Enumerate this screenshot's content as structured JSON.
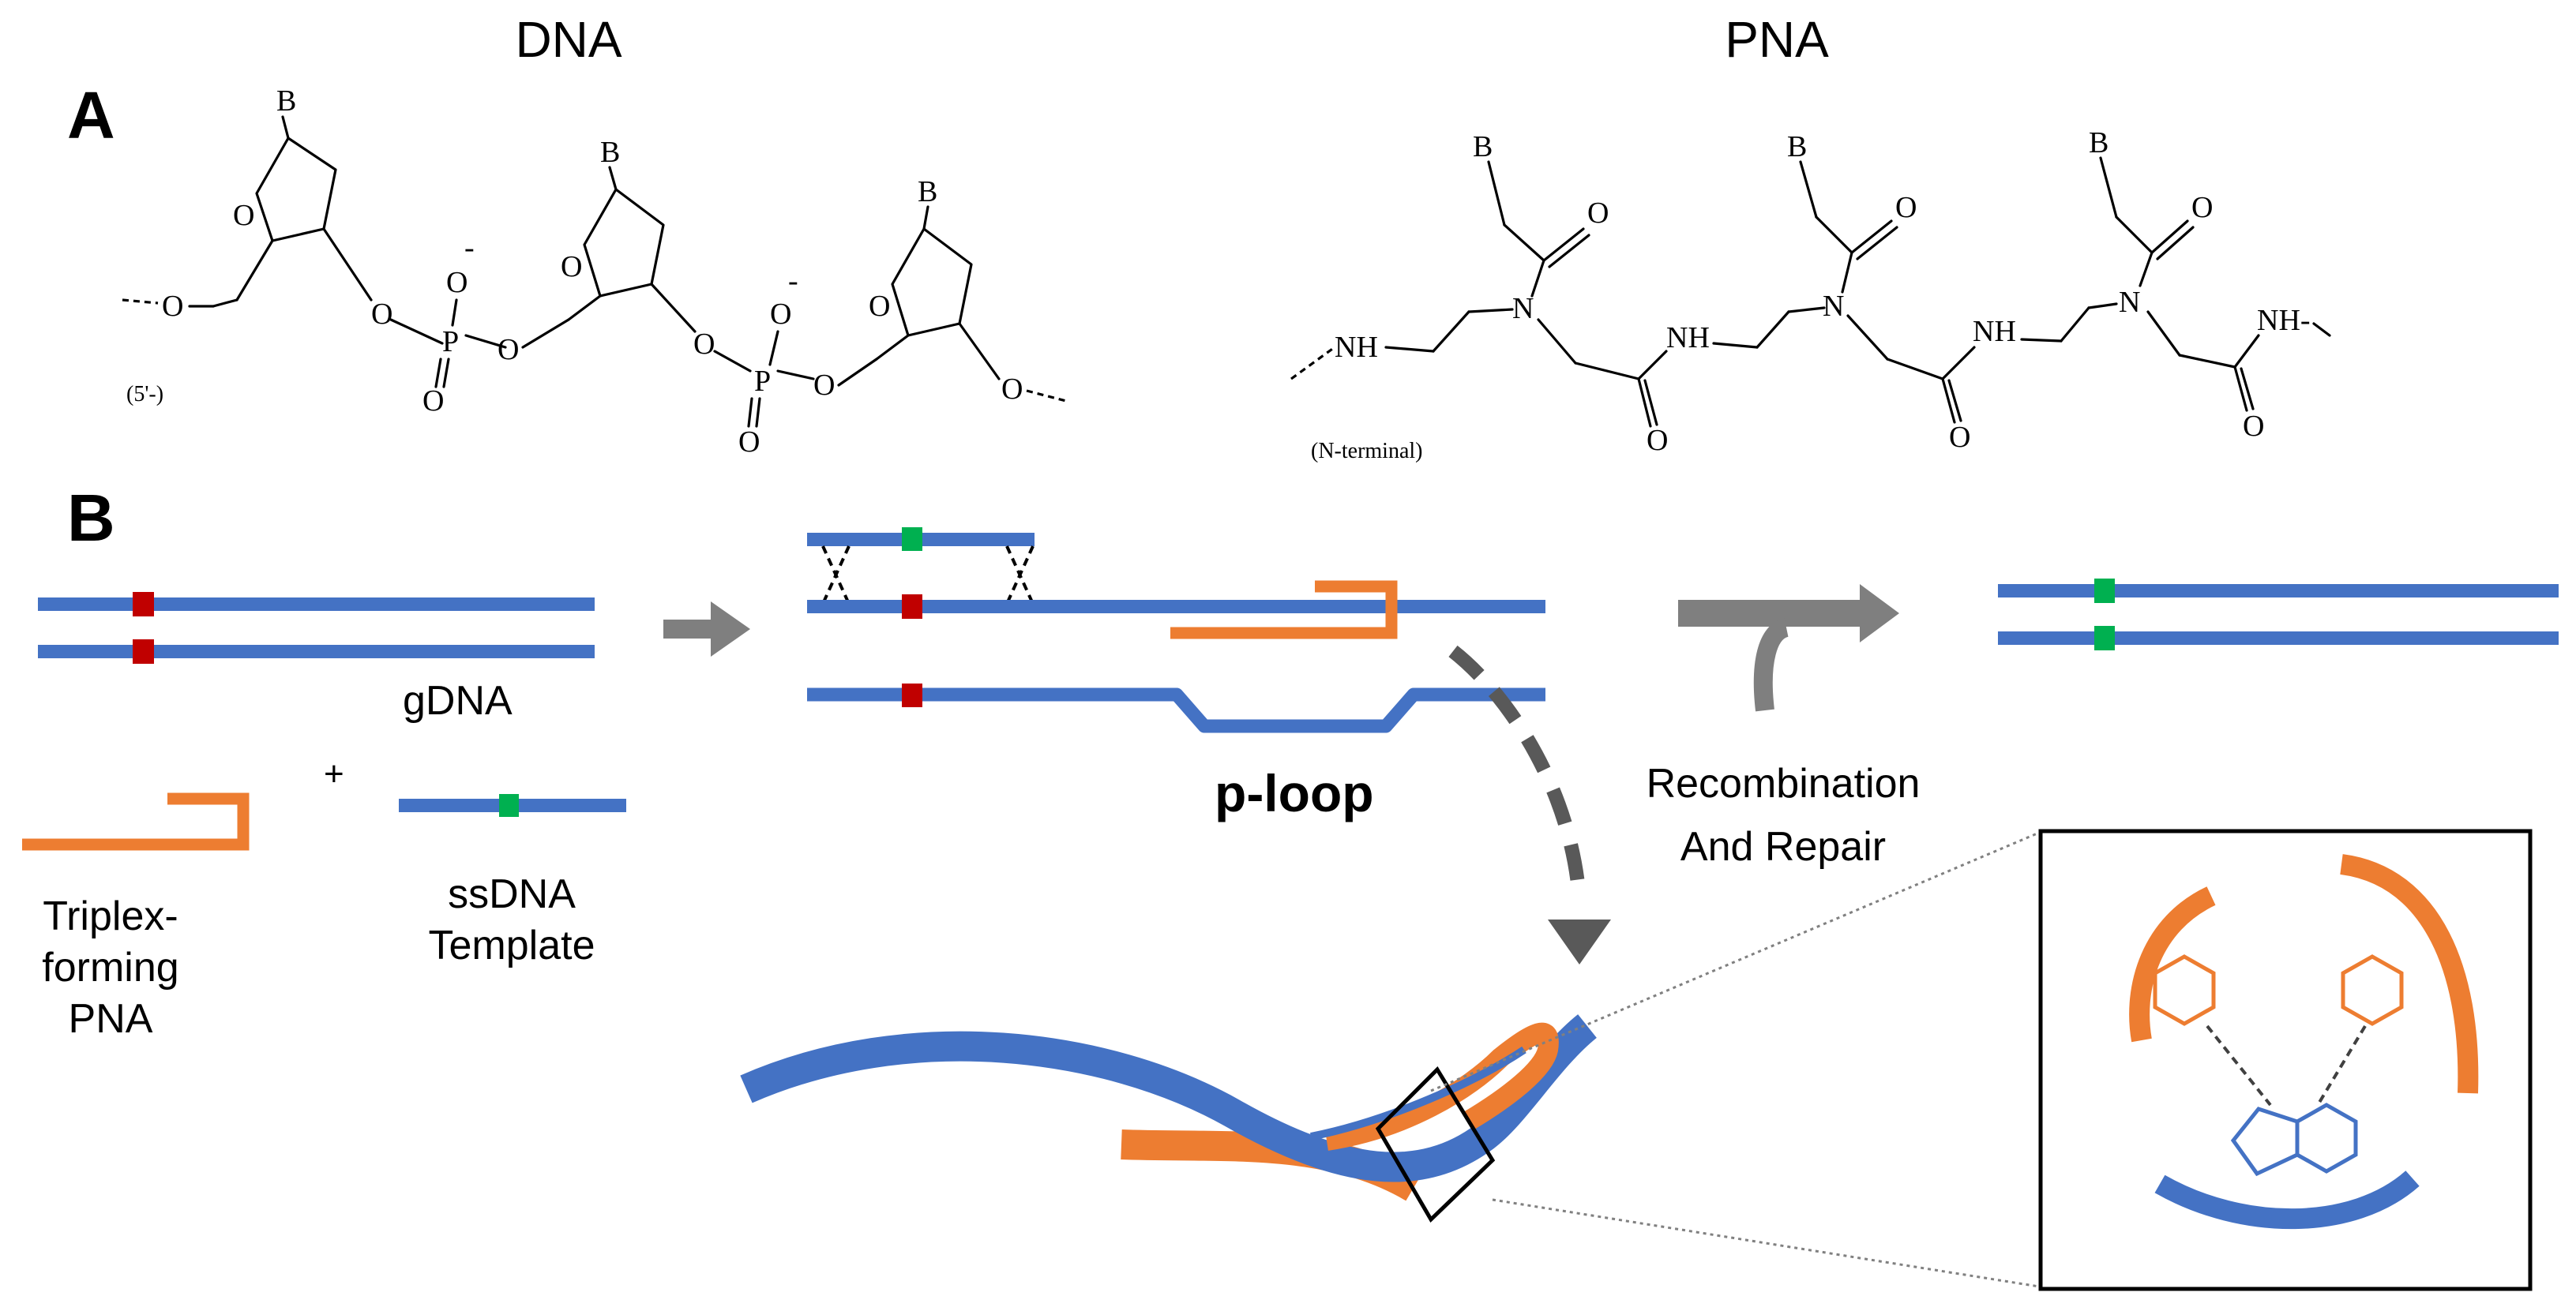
{
  "panels": {
    "a": "A",
    "b": "B"
  },
  "panel_a": {
    "dna_title": "DNA",
    "pna_title": "PNA",
    "dna": {
      "base": "B",
      "ring_o": "O",
      "linker_o": "O",
      "p": "P",
      "o_minus": "O",
      "minus": "-",
      "o_double": "O",
      "five_prime": "(5'-)"
    },
    "pna": {
      "base": "B",
      "n": "N",
      "o": "O",
      "nh": "NH",
      "nh_dash": "NH-",
      "n_terminal": "(N-terminal)"
    }
  },
  "panel_b": {
    "gdna": "gDNA",
    "plus": "+",
    "ssdna_line1": "ssDNA",
    "ssdna_line2": "Template",
    "tfpna_line1": "Triplex-",
    "tfpna_line2": "forming",
    "tfpna_line3": "PNA",
    "ploop": "p-loop",
    "recomb_line1": "Recombination",
    "recomb_line2": "And Repair"
  },
  "colors": {
    "dna_blue": "#4472C4",
    "pna_orange": "#ED7D31",
    "mutation_red": "#C00000",
    "corrected_green": "#00B050",
    "arrow_gray": "#7F7F7F"
  }
}
